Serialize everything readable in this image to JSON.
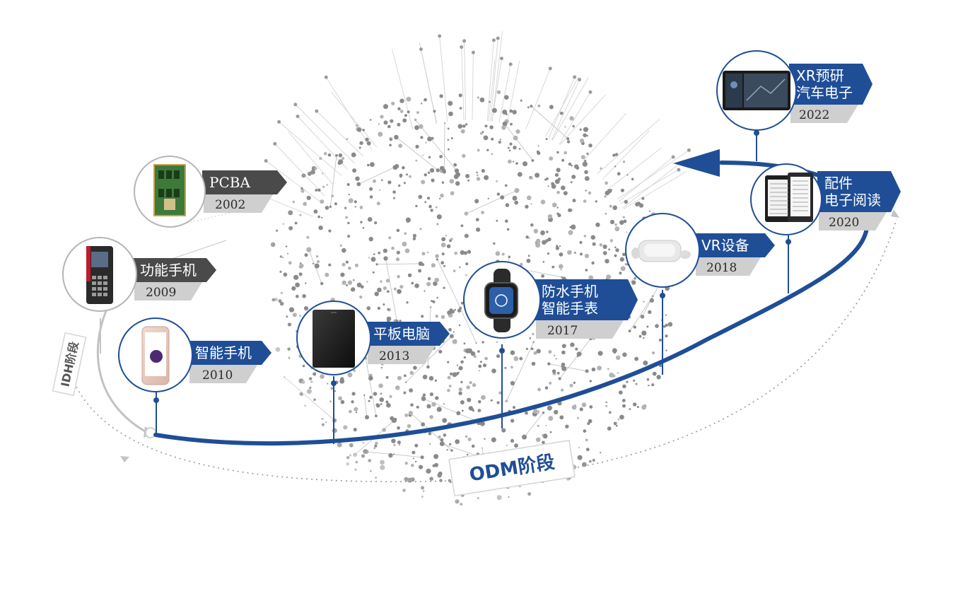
{
  "phases": {
    "idh": "IDH阶段",
    "odm": "ODM阶段"
  },
  "milestones": [
    {
      "key": "pcba",
      "lines": [
        "PCBA"
      ],
      "year": "2002",
      "style": "dark",
      "icon": "pcb-board-icon"
    },
    {
      "key": "feature-phone",
      "lines": [
        "功能手机"
      ],
      "year": "2009",
      "style": "dark",
      "icon": "feature-phone-icon"
    },
    {
      "key": "smartphone",
      "lines": [
        "智能手机"
      ],
      "year": "2010",
      "style": "blue",
      "icon": "smartphone-icon"
    },
    {
      "key": "tablet",
      "lines": [
        "平板电脑"
      ],
      "year": "2013",
      "style": "blue",
      "icon": "tablet-icon"
    },
    {
      "key": "smartwatch",
      "lines": [
        "防水手机",
        "智能手表"
      ],
      "year": "2017",
      "style": "blue",
      "icon": "smartwatch-icon"
    },
    {
      "key": "vr",
      "lines": [
        "VR设备"
      ],
      "year": "2018",
      "style": "blue",
      "icon": "vr-headset-icon"
    },
    {
      "key": "ereader",
      "lines": [
        "配件",
        "电子阅读"
      ],
      "year": "2020",
      "style": "blue",
      "icon": "ereader-icon"
    },
    {
      "key": "automotive",
      "lines": [
        "XR预研",
        "汽车电子"
      ],
      "year": "2022",
      "style": "blue",
      "icon": "car-display-icon"
    }
  ],
  "colors": {
    "blue": "#1f4e96",
    "dark": "#4a4a4a",
    "year_bg": "#cfcfcf",
    "globe_dot": "#8a8a8a",
    "idh_line": "#b0b0b0"
  }
}
